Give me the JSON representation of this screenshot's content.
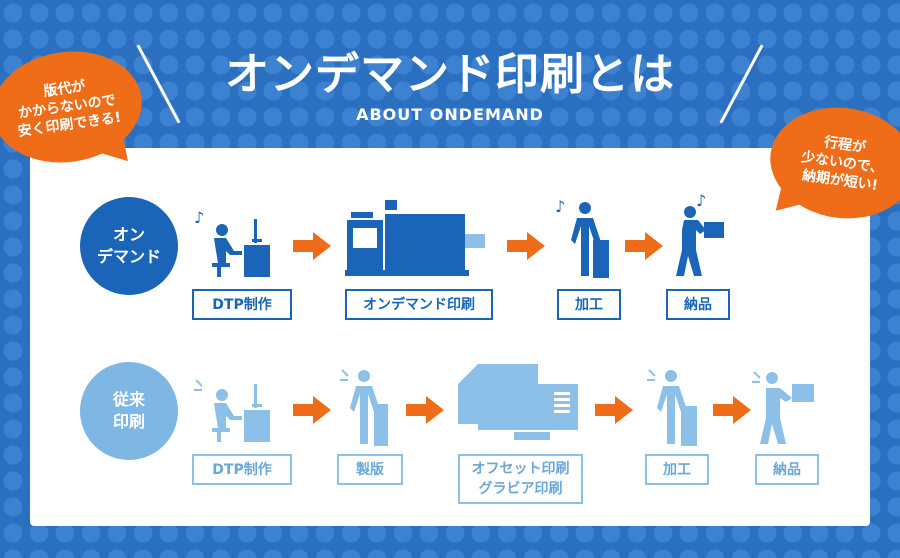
{
  "header": {
    "title": "オンデマンド印刷とは",
    "subtitle": "ABOUT ONDEMAND"
  },
  "bubbles": {
    "left": [
      "版代が",
      "かからないので",
      "安く印刷できる!"
    ],
    "right": [
      "行程が",
      "少ないので、",
      "納期が短い!"
    ]
  },
  "ondemand": {
    "circle": [
      "オン",
      "デマンド"
    ],
    "steps": [
      "DTP制作",
      "オンデマンド印刷",
      "加工",
      "納品"
    ]
  },
  "traditional": {
    "circle": [
      "従来",
      "印刷"
    ],
    "steps": [
      "DTP制作",
      "製版",
      [
        "オフセット印刷",
        "グラビア印刷"
      ],
      "加工",
      "納品"
    ]
  },
  "colors": {
    "background": "#2b6fc0",
    "accent_orange": "#ef6c18",
    "dark_blue": "#1a65b8",
    "light_blue": "#8dc0e8"
  }
}
